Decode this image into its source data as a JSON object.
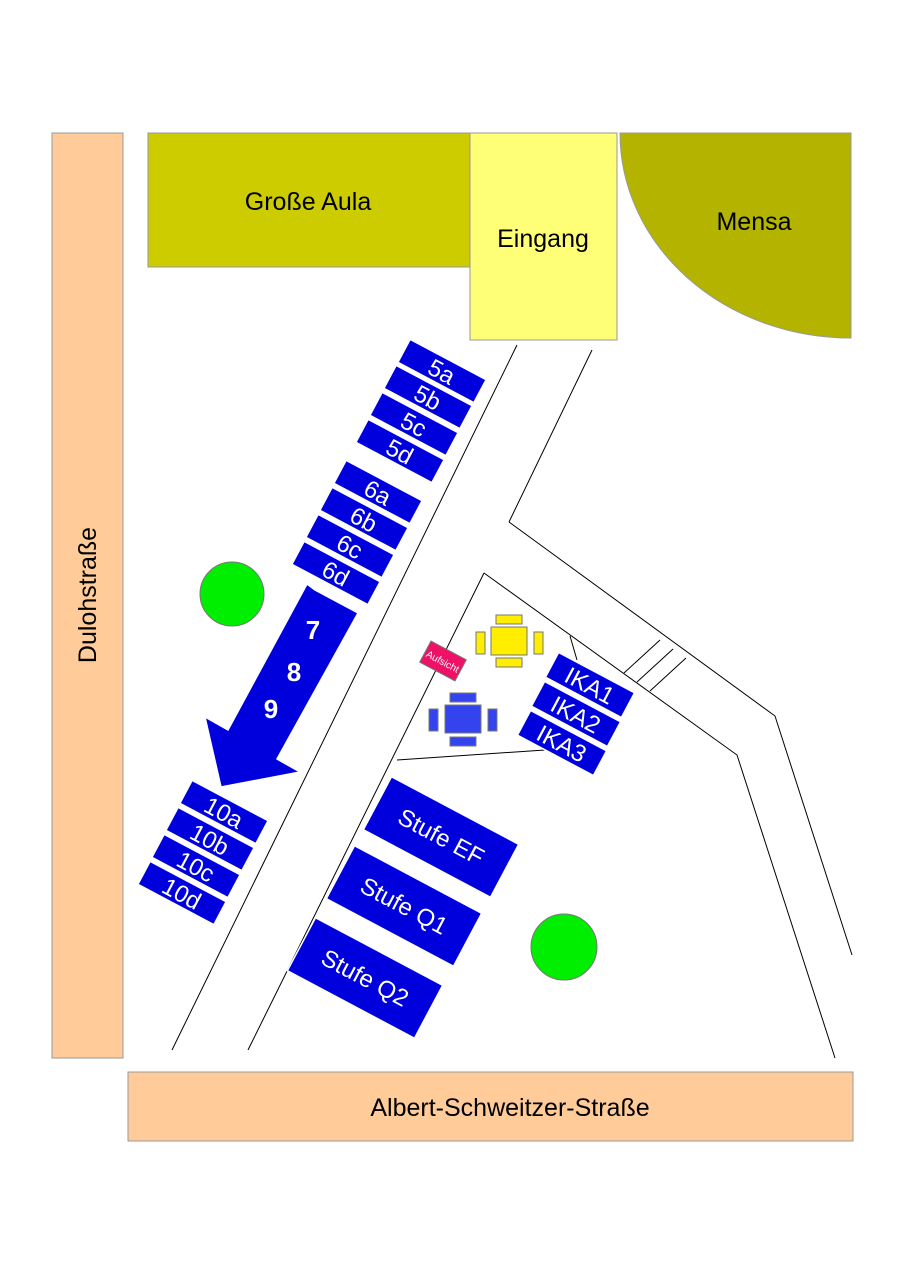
{
  "map": {
    "buildings": {
      "grosse_aula": "Große Aula",
      "eingang": "Eingang",
      "mensa": "Mensa"
    },
    "streets": {
      "dulohstrasse": "Dulohstraße",
      "albert_schweitzer": "Albert-Schweitzer-Straße"
    },
    "classes_5": [
      "5a",
      "5b",
      "5c",
      "5d"
    ],
    "classes_6": [
      "6a",
      "6b",
      "6c",
      "6d"
    ],
    "arrow_labels": [
      "7",
      "8",
      "9"
    ],
    "classes_10": [
      "10a",
      "10b",
      "10c",
      "10d"
    ],
    "ika": [
      "IKA1",
      "IKA2",
      "IKA3"
    ],
    "stufen": [
      "Stufe EF",
      "Stufe Q1",
      "Stufe Q2"
    ],
    "aufsicht": "Aufsicht",
    "colors": {
      "street": "#ffcc99",
      "aula": "#cccc00",
      "eingang": "#ffff77",
      "mensa": "#b3b300",
      "class_box": "#0000dd",
      "tree": "#00ee00",
      "table_yellow": "#ffee00",
      "table_blue": "#3344ee",
      "aufsicht": "#ee1166"
    }
  }
}
